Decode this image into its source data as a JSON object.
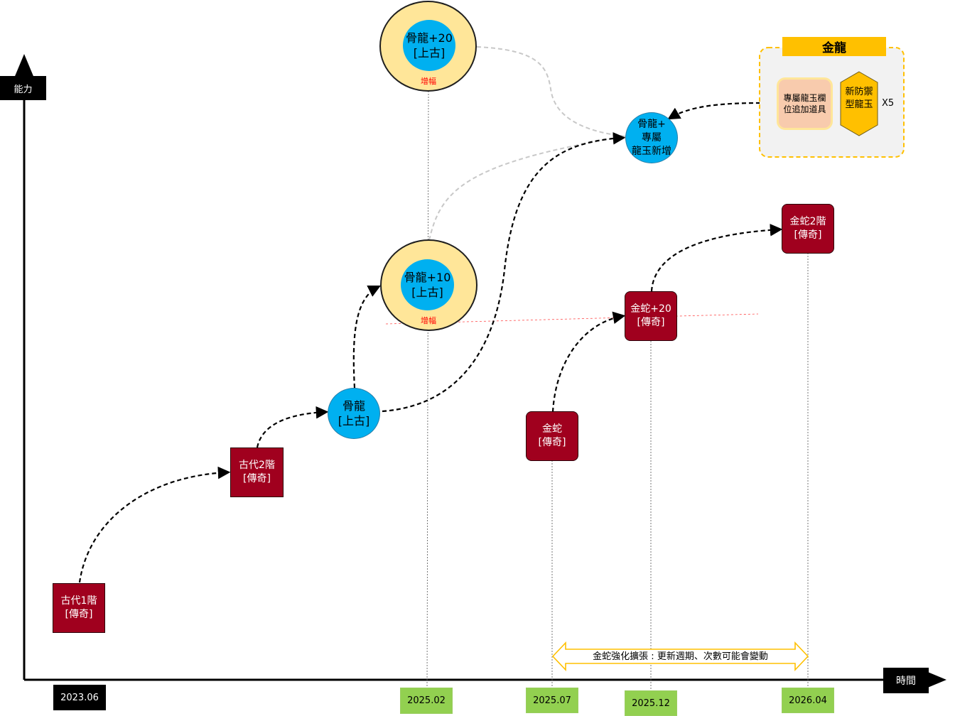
{
  "axes": {
    "y_label": "能力",
    "x_label": "時間"
  },
  "dates": {
    "d1": "2023.06",
    "d2": "2025.02",
    "d3": "2025.07",
    "d4": "2025.12",
    "d5": "2026.04"
  },
  "nodes": {
    "ancient1": {
      "line1": "古代1階",
      "line2": "[傳奇]"
    },
    "ancient2": {
      "line1": "古代2階",
      "line2": "[傳奇]"
    },
    "bone": {
      "line1": "骨龍",
      "line2": "[上古]"
    },
    "bone10": {
      "line1": "骨龍+10",
      "line2": "[上古]",
      "boost": "增幅"
    },
    "bone20": {
      "line1": "骨龍+20",
      "line2": "[上古]",
      "boost": "增幅"
    },
    "bone_exclusive": {
      "line1": "骨龍+",
      "line2": "專屬",
      "line3": "龍玉新增"
    },
    "snake": {
      "line1": "金蛇",
      "line2": "[傳奇]"
    },
    "snake20": {
      "line1": "金蛇+20",
      "line2": "[傳奇]"
    },
    "snake2": {
      "line1": "金蛇2階",
      "line2": "[傳奇]"
    }
  },
  "golden_dragon": {
    "title": "金龍",
    "item1": "專屬龍玉欄位追加道具",
    "item2": "新防禦型龍玉",
    "count": "X5"
  },
  "note": "金蛇強化擴張 : 更新週期、次數可能會變動",
  "colors": {
    "legend_red": "#a0001e",
    "ancient_blue": "#00b0f0",
    "boost_yellow": "#ffe699",
    "date_green": "#92d050",
    "gold_header": "#ffc000"
  }
}
